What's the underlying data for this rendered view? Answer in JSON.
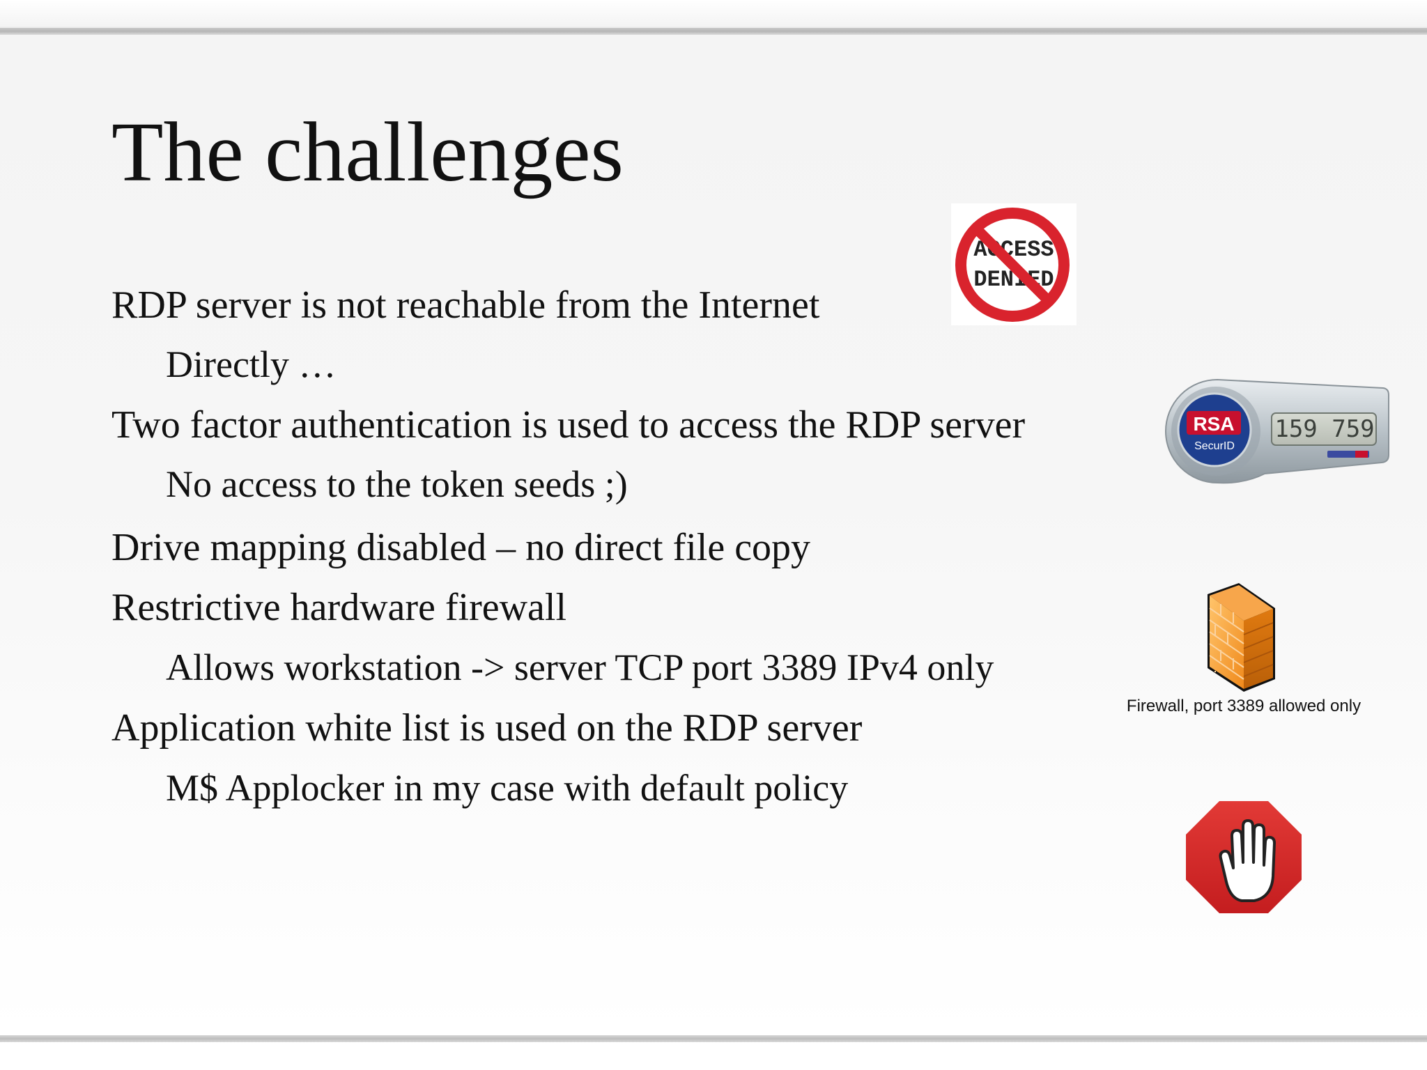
{
  "slide": {
    "title": "The challenges",
    "bullets": [
      {
        "level": 1,
        "text": "RDP server is not reachable from the Internet"
      },
      {
        "level": 2,
        "text": "Directly …"
      },
      {
        "level": 1,
        "text": "Two factor authentication is used to access the RDP server"
      },
      {
        "level": 2,
        "text": "No access to the token seeds ;)"
      },
      {
        "level": 1,
        "text": "Drive mapping disabled – no direct file copy"
      },
      {
        "level": 1,
        "text": "Restrictive hardware firewall"
      },
      {
        "level": 2,
        "text": "Allows workstation -> server TCP port 3389 IPv4 only"
      },
      {
        "level": 1,
        "text": "Application white list is used on the RDP server"
      },
      {
        "level": 2,
        "text": "M$ Applocker in my case with default policy"
      }
    ]
  },
  "images": {
    "access_denied": {
      "icon": "access-denied-icon",
      "lines": [
        "ACCESS",
        "DENIED"
      ]
    },
    "rsa_token": {
      "icon": "rsa-securid-token-icon",
      "brand": "RSA",
      "product": "SecurID",
      "display": "159 759"
    },
    "firewall": {
      "icon": "firewall-brick-icon",
      "caption": "Firewall, port 3389 allowed only"
    },
    "stop": {
      "icon": "stop-hand-icon"
    }
  },
  "colors": {
    "text": "#111111",
    "stop_red": "#d2232a",
    "firewall_orange": "#f39a2e",
    "rsa_red": "#c8102e",
    "rsa_blue": "#1e3f8f"
  }
}
